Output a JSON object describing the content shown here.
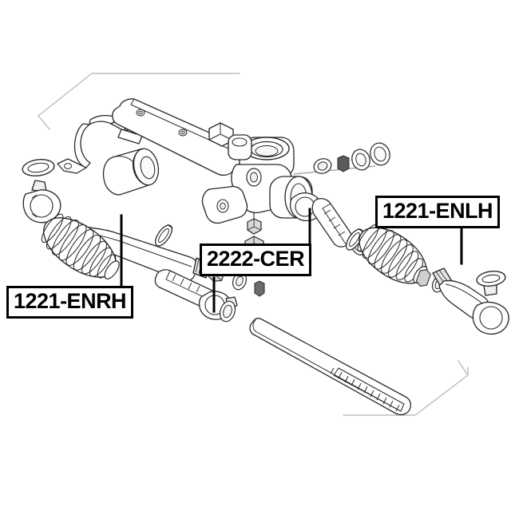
{
  "diagram": {
    "kind": "automotive-parts-exploded-view",
    "subject": "steering gear rack and tie rod assembly",
    "background_color": "#ffffff",
    "line_color": "#1a1a1a",
    "faint_line_color": "#b9b9b9",
    "label_border_color": "#000000",
    "label_text_color": "#000000"
  },
  "labels": [
    {
      "id": "enrh",
      "text": "1221-ENRH",
      "refers_to": "right-hand outer tie rod end assembly",
      "leader": "vertical line rising from top of box to the tie rod shaft"
    },
    {
      "id": "cer",
      "text": "2222-CER",
      "refers_to": "inner tie rod / axial rod",
      "leader": "two leaders: one up-right to the right inner rod, one down-left to the left inner rod"
    },
    {
      "id": "enlh",
      "text": "1221-ENLH",
      "refers_to": "left-hand outer tie rod end assembly",
      "leader": "vertical line descending from bottom of box to the tie rod shaft"
    }
  ],
  "components": [
    {
      "name": "steering-gear-housing",
      "description": "main rack and pinion gear housing with pinion valve tower"
    },
    {
      "name": "mounting-bracket",
      "description": "rack mounting clamp bracket"
    },
    {
      "name": "mounting-bushing",
      "description": "rubber isolation bushing"
    },
    {
      "name": "rack-shaft",
      "description": "toothed steering rack bar"
    },
    {
      "name": "bellows-boot-left",
      "description": "left rack bellows dust boot"
    },
    {
      "name": "bellows-boot-right",
      "description": "right rack bellows dust boot"
    },
    {
      "name": "boot-clamp",
      "description": "bellows retaining clamp ring"
    },
    {
      "name": "inner-tie-rod-left",
      "description": "left axial inner tie rod"
    },
    {
      "name": "inner-tie-rod-right",
      "description": "right axial inner tie rod"
    },
    {
      "name": "outer-tie-rod-left",
      "description": "left outer tie rod end with ball joint"
    },
    {
      "name": "outer-tie-rod-right",
      "description": "right outer tie rod end with ball joint"
    },
    {
      "name": "ball-joint-dust-ring",
      "description": "ball stud dust seal ring"
    },
    {
      "name": "lock-nut",
      "description": "tie rod jam nut"
    },
    {
      "name": "washer-set",
      "description": "small washers and rings"
    },
    {
      "name": "fastener-bolt",
      "description": "hex bolt below gear housing"
    },
    {
      "name": "fastener-nut",
      "description": "hex nut below gear housing"
    }
  ]
}
